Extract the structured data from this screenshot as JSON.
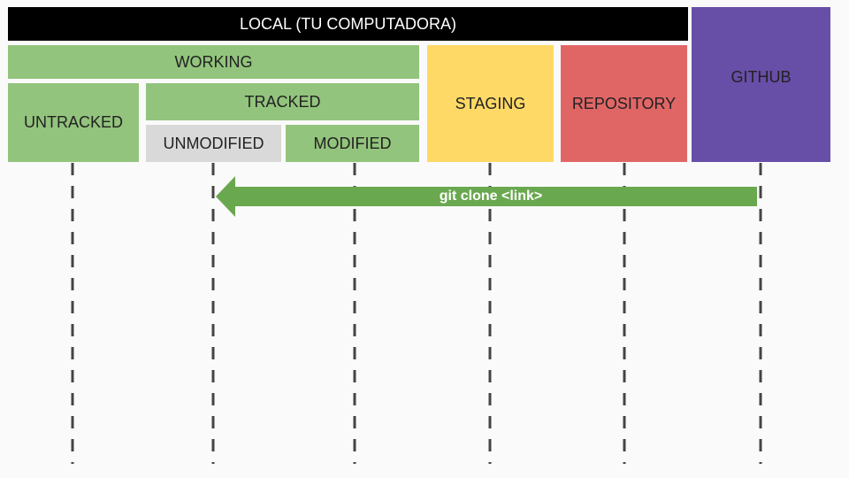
{
  "labels": {
    "local": "LOCAL (TU COMPUTADORA)",
    "working": "WORKING",
    "untracked": "UNTRACKED",
    "tracked": "TRACKED",
    "unmodified": "UNMODIFIED",
    "modified": "MODIFIED",
    "staging": "STAGING",
    "repository": "REPOSITORY",
    "github": "GITHUB"
  },
  "colors": {
    "local": "#000000",
    "working": "#93c47d",
    "unmodified": "#d9d9d9",
    "staging": "#ffd966",
    "repository": "#e06666",
    "github": "#674ea7",
    "arrow": "#6aa84f",
    "dashes": "#444444"
  },
  "arrows": [
    {
      "label": "git clone <link>",
      "from": "github",
      "to": "unmodified"
    }
  ]
}
